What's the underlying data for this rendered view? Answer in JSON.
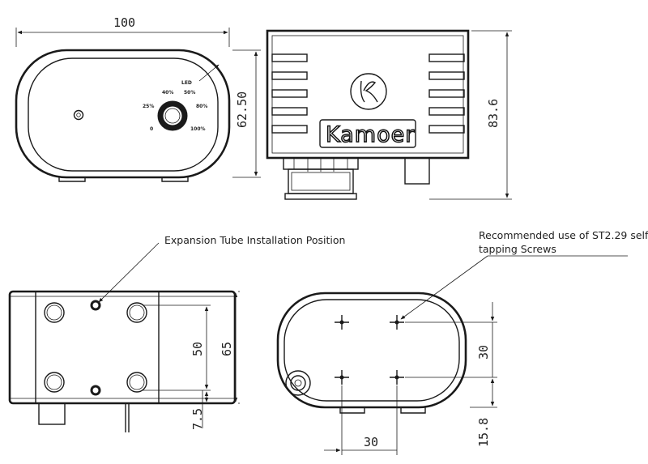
{
  "dimensions": {
    "front_width": "100",
    "front_height": "62.50",
    "top_height": "83.6",
    "side_spacing": "50",
    "side_height": "65",
    "side_offset": "7.5",
    "bottom_vertical": "30",
    "bottom_horizontal": "30",
    "bottom_offset": "15.8"
  },
  "knob_labels": {
    "led": "LED",
    "p0": "0",
    "p25": "25%",
    "p40": "40%",
    "p50": "50%",
    "p80": "80%",
    "p100": "100%"
  },
  "brand": {
    "name": "Kamoer"
  },
  "annotations": {
    "expansion_tube": "Expansion Tube Installation Position",
    "screws_line1": "Recommended use of ST2.29 self",
    "screws_line2": "tapping Screws"
  }
}
